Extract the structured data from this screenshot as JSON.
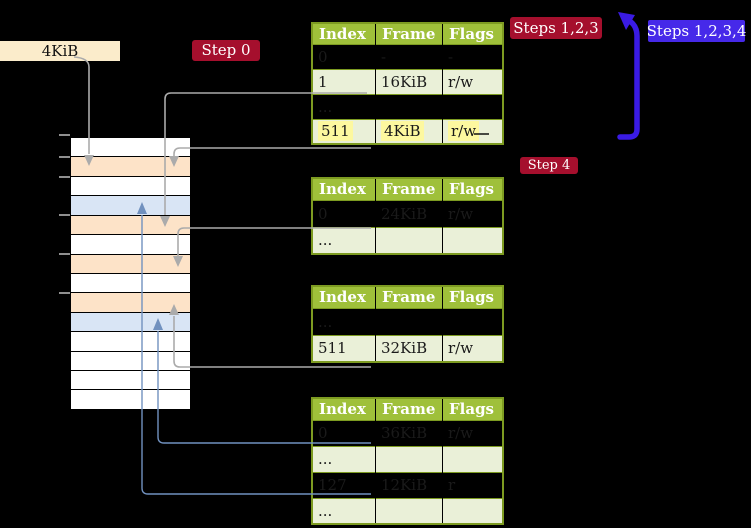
{
  "labels": {
    "size_label": "4KiB",
    "step0": "Step 0",
    "steps123": "Steps 1,2,3",
    "steps1234": "Steps 1,2,3,4",
    "step4": "Step 4"
  },
  "palette": {
    "background": "#000000",
    "crimson_badge": "#a50f2d",
    "blue_badge": "#4629e9",
    "blue_arrow": "#3a1be4",
    "gray_connector": "#ababab",
    "blue_connector": "#7191bf",
    "table_header_bg": "#9fc03a",
    "table_border": "#7d9b21",
    "table_row_shade": "#eaf0d8",
    "highlight_yellow": "#fdf89f",
    "size_label_bg": "#fbeccb",
    "memory_white": "#ffffff",
    "memory_orange": "#fde3c8",
    "memory_blue": "#d9e5f5"
  },
  "memory": {
    "rows": [
      "white",
      "orange",
      "white",
      "blue",
      "orange",
      "white",
      "orange",
      "white",
      "orange",
      "blue",
      "white",
      "white",
      "white",
      "white"
    ]
  },
  "tables": [
    {
      "headers": [
        "Index",
        "Frame",
        "Flags"
      ],
      "rows": [
        {
          "cells": [
            "0",
            "-",
            "-"
          ],
          "shaded": false,
          "highlight": false
        },
        {
          "cells": [
            "1",
            "16KiB",
            "r/w"
          ],
          "shaded": true,
          "highlight": false
        },
        {
          "cells": [
            "...",
            "",
            ""
          ],
          "shaded": false,
          "highlight": false
        },
        {
          "cells": [
            "511",
            "4KiB",
            "r/w"
          ],
          "shaded": true,
          "highlight": true
        }
      ]
    },
    {
      "headers": [
        "Index",
        "Frame",
        "Flags"
      ],
      "rows": [
        {
          "cells": [
            "0",
            "24KiB",
            "r/w"
          ],
          "shaded": false,
          "highlight": false
        },
        {
          "cells": [
            "...",
            "",
            ""
          ],
          "shaded": true,
          "highlight": false
        }
      ]
    },
    {
      "headers": [
        "Index",
        "Frame",
        "Flags"
      ],
      "rows": [
        {
          "cells": [
            "...",
            "",
            ""
          ],
          "shaded": false,
          "highlight": false
        },
        {
          "cells": [
            "511",
            "32KiB",
            "r/w"
          ],
          "shaded": true,
          "highlight": false
        }
      ]
    },
    {
      "headers": [
        "Index",
        "Frame",
        "Flags"
      ],
      "rows": [
        {
          "cells": [
            "0",
            "36KiB",
            "r/w"
          ],
          "shaded": false,
          "highlight": false
        },
        {
          "cells": [
            "...",
            "",
            ""
          ],
          "shaded": true,
          "highlight": false
        },
        {
          "cells": [
            "127",
            "12KiB",
            "r"
          ],
          "shaded": false,
          "highlight": false
        },
        {
          "cells": [
            "...",
            "",
            ""
          ],
          "shaded": true,
          "highlight": false
        }
      ]
    }
  ]
}
